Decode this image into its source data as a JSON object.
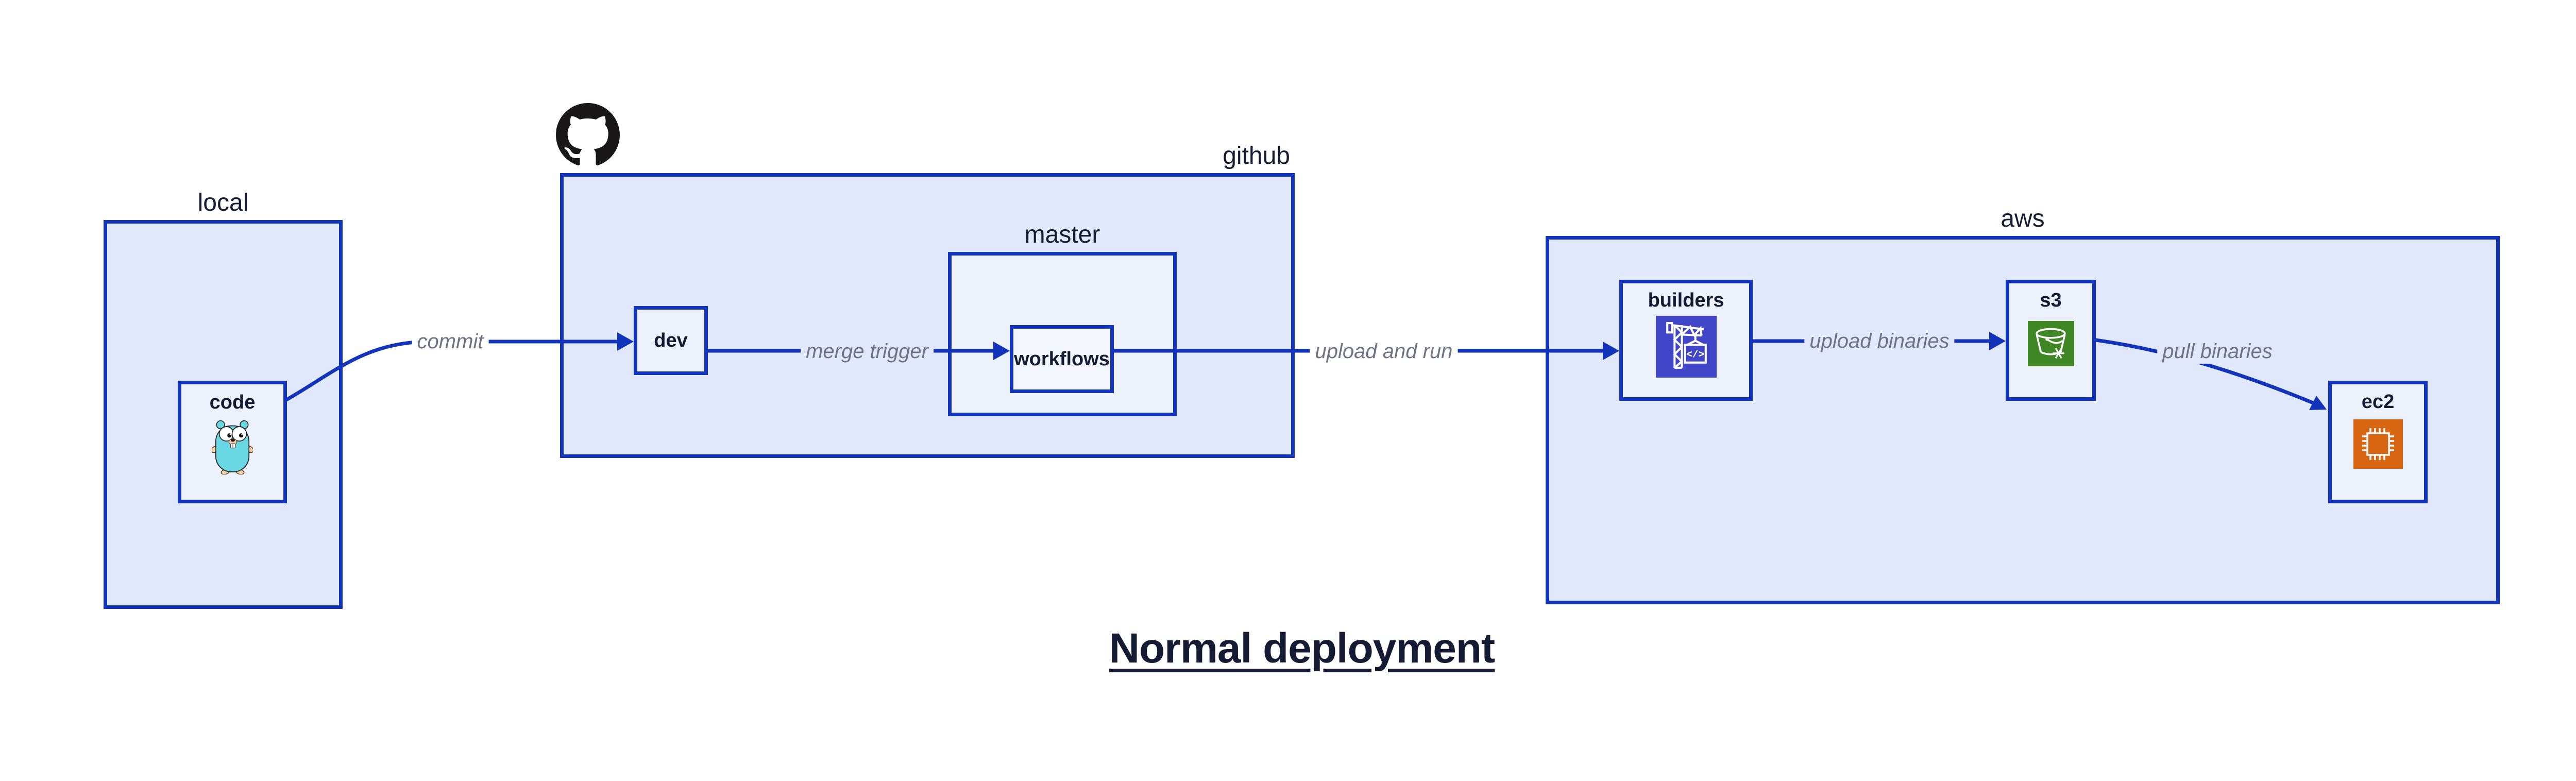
{
  "title": {
    "text": "Normal deployment"
  },
  "containers": {
    "local": {
      "label": "local"
    },
    "github": {
      "label": "github"
    },
    "master": {
      "label": "master"
    },
    "aws": {
      "label": "aws"
    }
  },
  "nodes": {
    "code": {
      "label": "code",
      "icon": "go-gopher-icon"
    },
    "dev": {
      "label": "dev"
    },
    "workflows": {
      "label": "workflows"
    },
    "builders": {
      "label": "builders",
      "icon": "codebuild-crane-icon",
      "icon_code_glyph": "</>"
    },
    "s3": {
      "label": "s3",
      "icon": "s3-glacier-bucket-icon"
    },
    "ec2": {
      "label": "ec2",
      "icon": "ec2-chip-icon"
    }
  },
  "edges": {
    "commit": {
      "label": "commit",
      "from": "code",
      "to": "dev"
    },
    "merge_trigger": {
      "label": "merge trigger",
      "from": "dev",
      "to": "workflows"
    },
    "upload_and_run": {
      "label": "upload and run",
      "from": "workflows",
      "to": "builders"
    },
    "upload_binaries": {
      "label": "upload binaries",
      "from": "builders",
      "to": "s3"
    },
    "pull_binaries": {
      "label": "pull binaries",
      "from": "s3",
      "to": "ec2"
    }
  },
  "colors": {
    "border_and_arrows": "#1134bb",
    "container_fill": "#e2e8fb",
    "node_fill": "#edf1fc",
    "nested_node_fill": "#f4f6fd",
    "label_text": "#141b33",
    "edge_label_text": "#6d7384",
    "github_mark": "#191717",
    "gopher_teal": "#6ad7e5",
    "builders_purple": "#4146c9",
    "s3_green": "#3f8624",
    "ec2_orange": "#d86613"
  }
}
